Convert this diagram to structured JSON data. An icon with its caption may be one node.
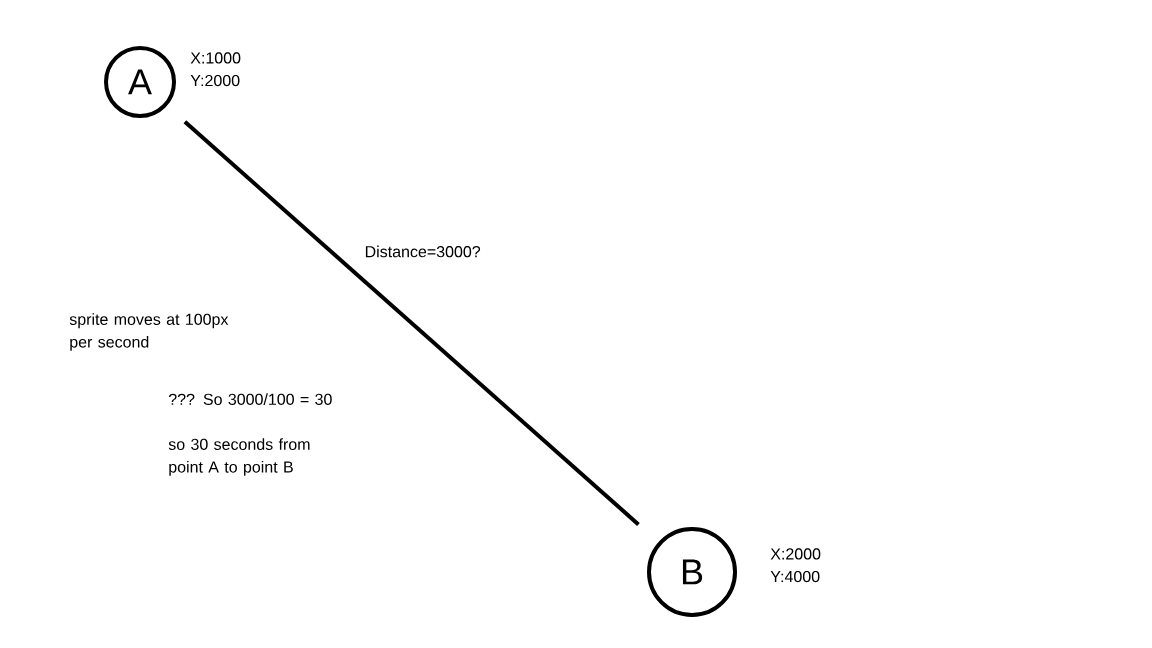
{
  "diagram": {
    "nodes": [
      {
        "text": [
          "A"
        ],
        "beside": [
          "X:1000 Y:2000"
        ]
      },
      {
        "text": [
          "B"
        ],
        "beside": [
          "X:2000 Y:4000"
        ]
      }
    ],
    "edges": [
      {
        "from": 0,
        "to": 1,
        "arrow": "none",
        "label": "Distance=3000?"
      }
    ],
    "labels": [
      "sprite moves at 100px per second",
      "??? So 3000/100 = 30",
      "so 30 seconds from point A to point B"
    ]
  }
}
